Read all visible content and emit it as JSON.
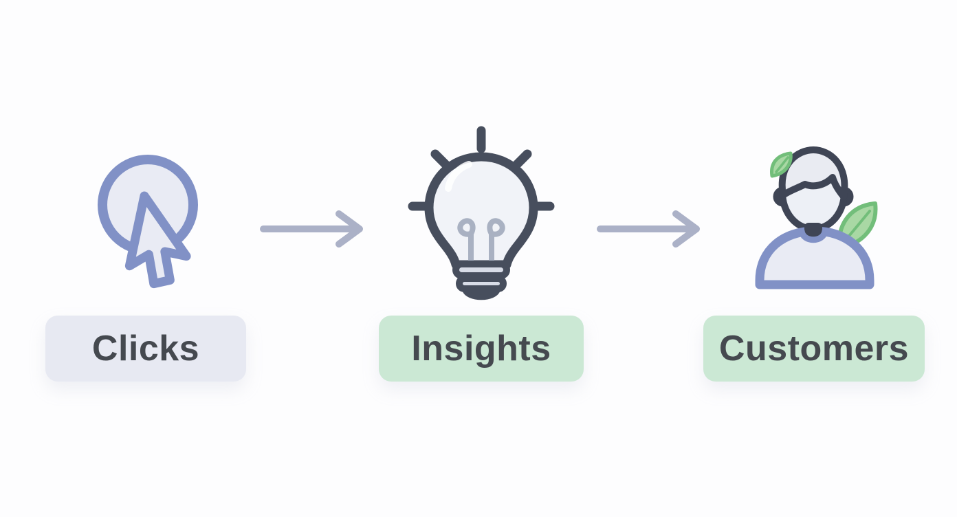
{
  "background_color": "#FDFDFE",
  "stages": [
    {
      "label": "Clicks",
      "icon": "cursor-click-icon",
      "badge_color": "#E7E9F2",
      "icon_colors": {
        "stroke": "#8191C6",
        "fill": "#E9EBF4"
      }
    },
    {
      "label": "Insights",
      "icon": "lightbulb-icon",
      "badge_color": "#CBE8D4",
      "icon_colors": {
        "stroke": "#474E5D",
        "fill": "#F1F3F8",
        "filament": "#A9B1C2",
        "base_fill": "#D8DCE7"
      }
    },
    {
      "label": "Customers",
      "icon": "person-with-leaves-icon",
      "badge_color": "#CBE8D4",
      "icon_colors": {
        "head_stroke": "#3F4555",
        "body_stroke": "#8191C6",
        "fill": "#E9EBF4",
        "leaf_fill": "#A9D8A4",
        "leaf_stroke": "#72BE7A"
      }
    }
  ],
  "connectors": [
    {
      "type": "arrow-right",
      "color": "#ABB1C7"
    },
    {
      "type": "arrow-right",
      "color": "#ABB1C7"
    }
  ],
  "label_text_color": "#45494F"
}
